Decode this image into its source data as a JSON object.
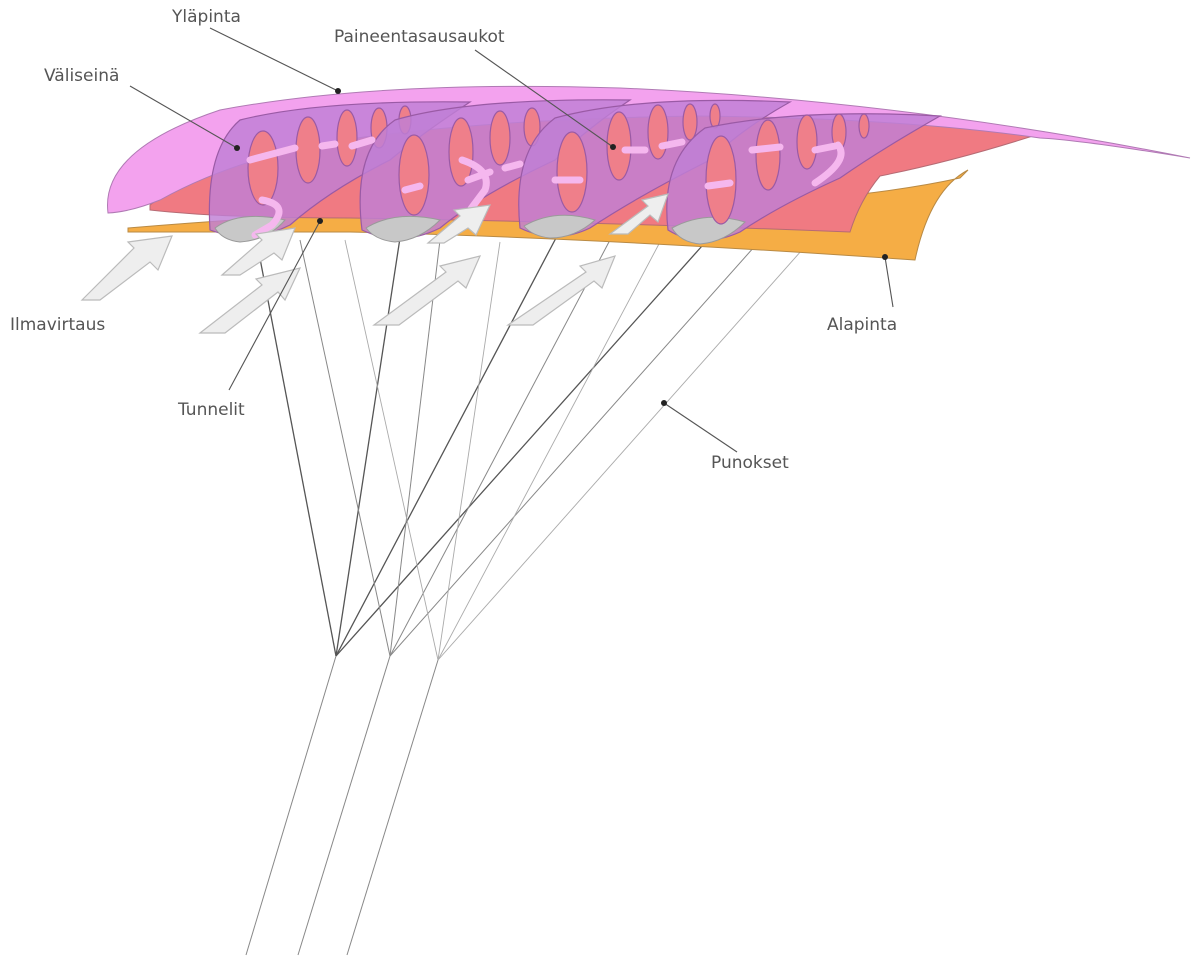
{
  "labels": {
    "upper_surface": "Yläpinta",
    "pressure_holes": "Paineentasausaukot",
    "rib": "Väliseinä",
    "airflow": "Ilmavirtaus",
    "lower_surface": "Alapinta",
    "tunnels": "Tunnelit",
    "lines": "Punokset"
  },
  "colors": {
    "upper_skin": "#f3a2ee",
    "inner_red": "#f07a82",
    "lower_skin": "#f5ad45",
    "rib": "#c07fd5",
    "rib_stroke": "#9a5aa5",
    "hole": "#ef7f8a",
    "cell_grey": "#c8c8c8",
    "arrow_fill": "#eeeeee",
    "arrow_stroke": "#bbbbbb",
    "line_dark": "#555555",
    "line_light": "#9a9a9a",
    "text": "#555555"
  }
}
